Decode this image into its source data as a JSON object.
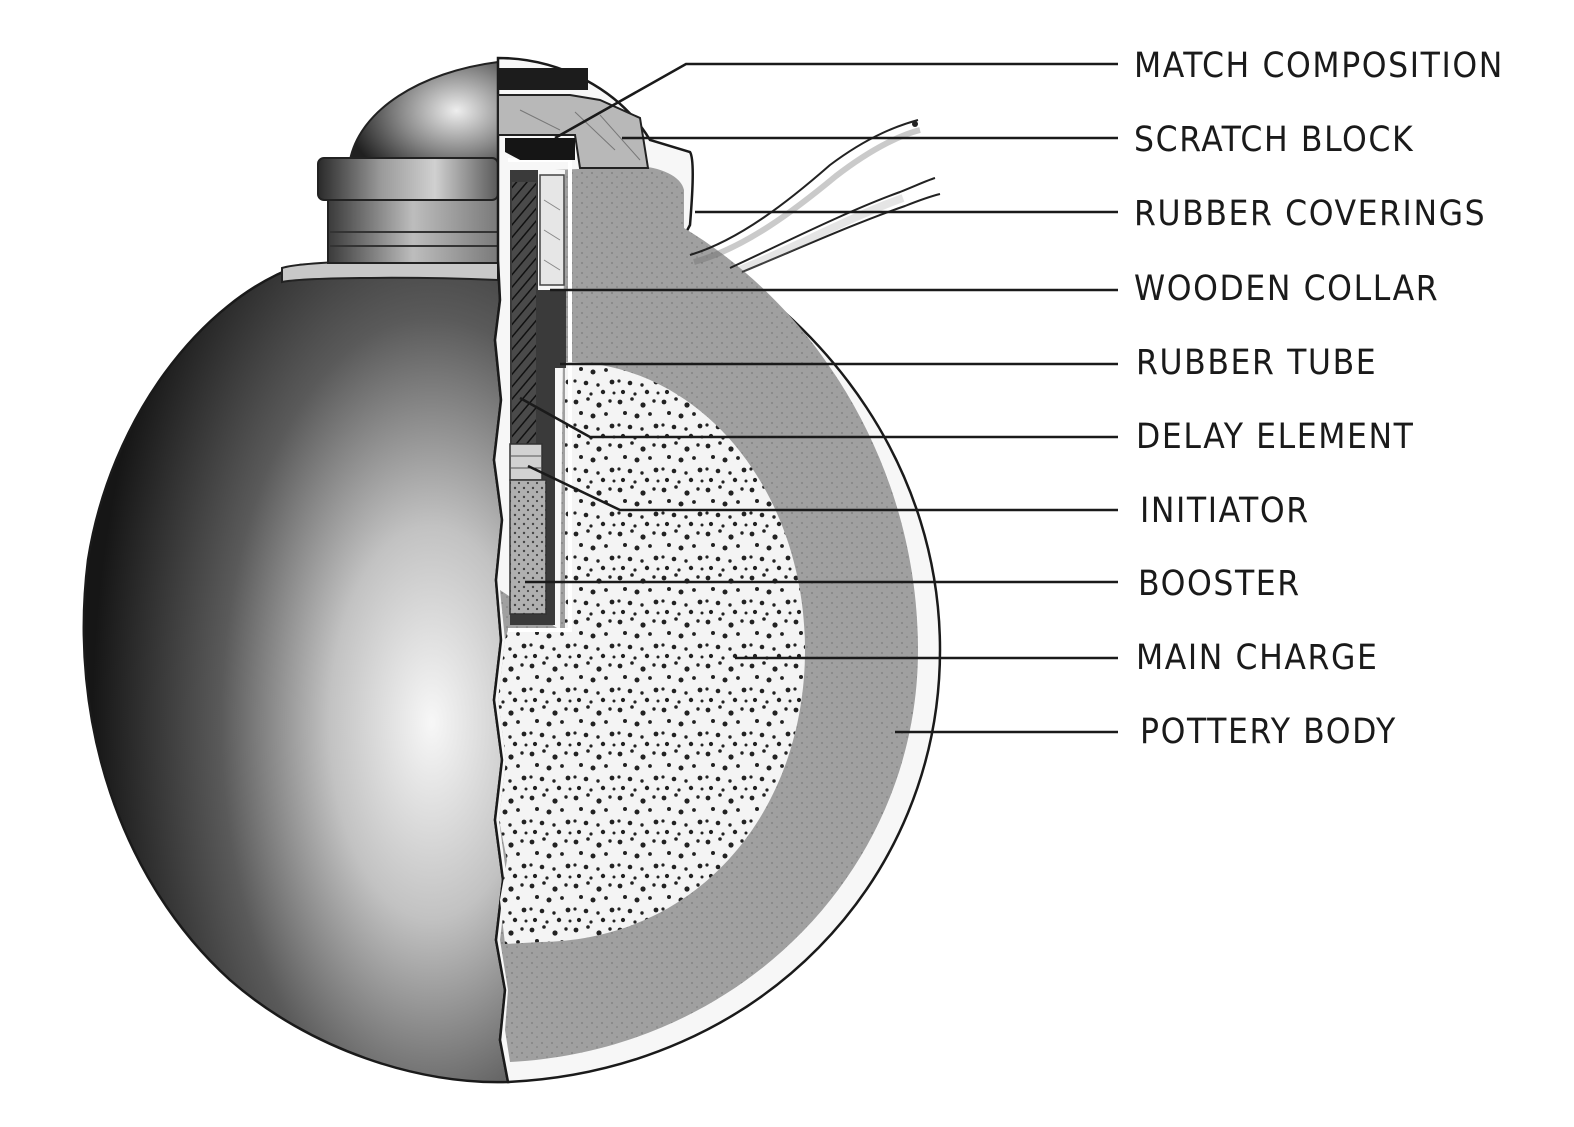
{
  "labels": {
    "match_composition": "MATCH COMPOSITION",
    "scratch_block": "SCRATCH BLOCK",
    "rubber_coverings": "RUBBER COVERINGS",
    "wooden_collar": "WOODEN COLLAR",
    "rubber_tube": "RUBBER TUBE",
    "delay_element": "DELAY ELEMENT",
    "initiator": "INITIATOR",
    "booster": "BOOSTER",
    "main_charge": "MAIN CHARGE",
    "pottery_body": "POTTERY BODY"
  },
  "colors": {
    "background": "#ffffff",
    "ink": "#1a1a1a",
    "pottery": "#a9a9a9",
    "shell_dark": "#262626",
    "charge_fill": "#f4f4f4"
  }
}
